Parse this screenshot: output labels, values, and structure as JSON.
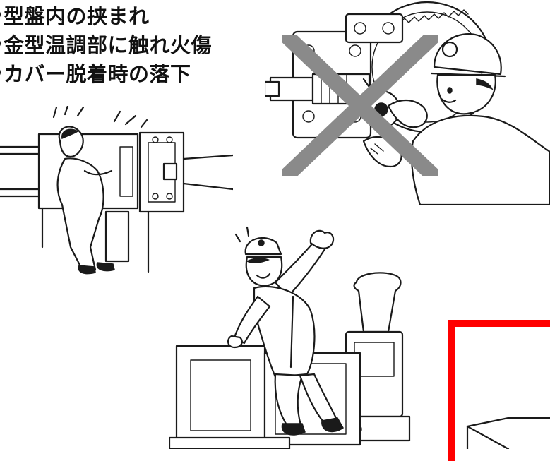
{
  "hazards": [
    {
      "label": "型盤内の挟まれ"
    },
    {
      "label": "金型温調部に触れ火傷"
    },
    {
      "label": "カバー脱着時の落下"
    }
  ],
  "illustrations": {
    "pinch_scene": "worker-caught-in-platen",
    "gear_scene": "worker-reaching-into-gears",
    "prohibited_mark": "cross-mark",
    "fall_scene": "worker-falling-from-machine"
  },
  "colors": {
    "prohibited_mark": "#8a8a8a",
    "warning_frame": "#ff0000",
    "ink": "#1a1a1a"
  }
}
